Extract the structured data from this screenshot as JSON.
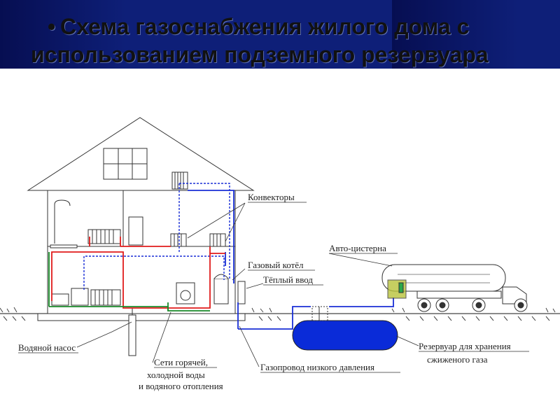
{
  "title": {
    "line1": "Схема газоснабжения жилого дома с",
    "line2": "использованием подземного резервуара"
  },
  "labels": {
    "convectors": "Конвекторы",
    "truck": "Авто-цистерна",
    "boiler": "Газовый котёл",
    "warm_input": "Тёплый ввод",
    "pump": "Водяной насос",
    "networks_1": "Сети горячей,",
    "networks_2": "холодной воды",
    "networks_3": "и водяного отопления",
    "low_pressure": "Газопровод низкого давления",
    "reservoir_1": "Резервуар для хранения",
    "reservoir_2": "сжиженого газа"
  },
  "colors": {
    "title_background": "#0e1f78",
    "gas_pipe": "#1a2fd6",
    "hot_water": "#e01b1b",
    "cold_water": "#1a8a2a",
    "tank": "#0a2bd8"
  }
}
